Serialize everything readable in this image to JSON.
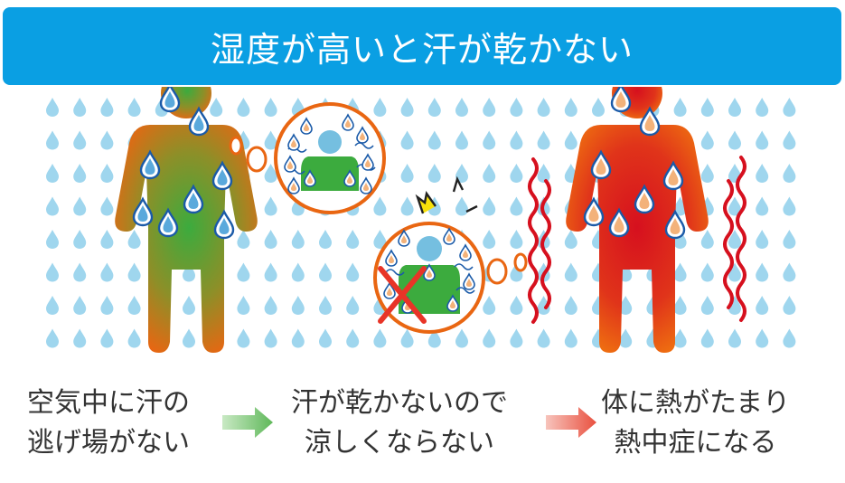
{
  "title": "湿度が高いと汗が乾かない",
  "steps": [
    {
      "lines": [
        "空気中に汗の",
        "逃げ場がない"
      ]
    },
    {
      "lines": [
        "汗が乾かないので",
        "涼しくならない"
      ]
    },
    {
      "lines": [
        "体に熱がたまり",
        "熱中症になる"
      ]
    }
  ],
  "colors": {
    "banner": "#0a9fe3",
    "drop": "#9fd6ee",
    "body_orange": "#e96612",
    "body_green": "#3cab3e",
    "heat_red": "#d6101e",
    "cross_red": "#e83427",
    "arrow_green": "#7cc576",
    "arrow_red": "#ef7466"
  },
  "icons": [
    "water-drop-icon",
    "sweat-drop-icon",
    "person-figure-icon",
    "thought-bubble-icon",
    "heat-wave-icon",
    "cross-mark-icon",
    "arrow-right-icon"
  ]
}
